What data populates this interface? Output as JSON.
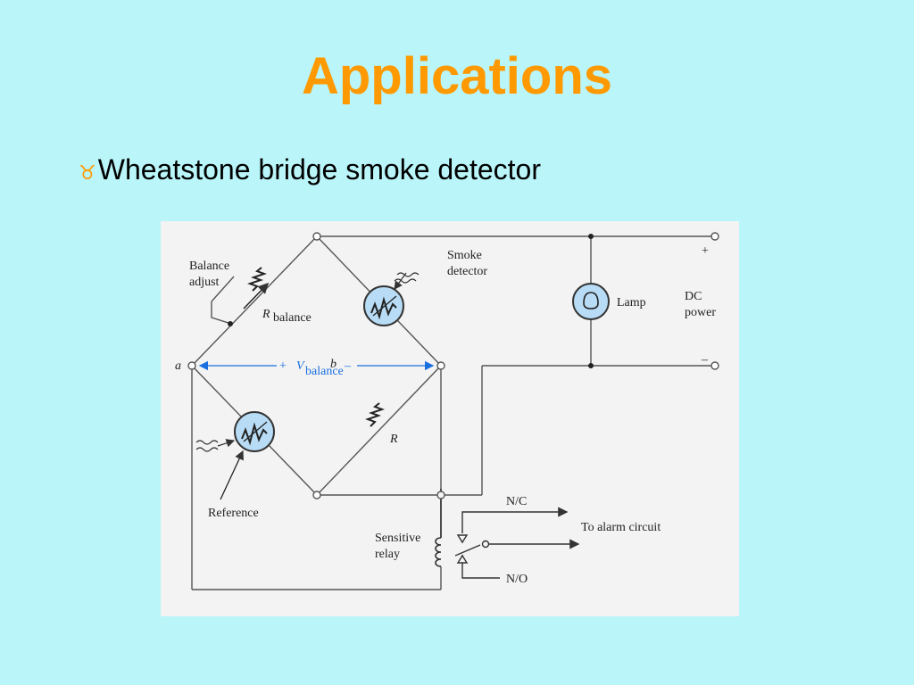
{
  "slide": {
    "title": "Applications",
    "bullet_icon": "taurus-bullet-icon",
    "bullet_text": "Wheatstone bridge smoke detector"
  },
  "diagram": {
    "labels": {
      "balance_adjust_1": "Balance",
      "balance_adjust_2": "adjust",
      "r_balance_r": "R",
      "r_balance_sub": "balance",
      "smoke_1": "Smoke",
      "smoke_2": "detector",
      "lamp": "Lamp",
      "dc_1": "DC",
      "dc_2": "power",
      "plus": "+",
      "minus": "–",
      "node_a": "a",
      "node_b": "b",
      "v_plus": "+",
      "v_v": "V",
      "v_sub": "balance",
      "v_minus": "–",
      "r": "R",
      "reference": "Reference",
      "sensitive_1": "Sensitive",
      "sensitive_2": "relay",
      "nc": "N/C",
      "no": "N/O",
      "alarm": "To alarm circuit"
    },
    "colors": {
      "wire": "#555555",
      "measure": "#1a6fe0",
      "cell_fill": "#b8dcf5"
    }
  }
}
